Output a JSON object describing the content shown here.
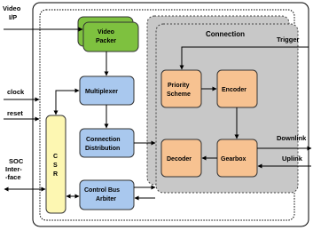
{
  "inputs": {
    "video_ip": [
      "Video",
      "I/P"
    ],
    "clock": "clock",
    "reset": "reset",
    "soc_interface": [
      "SOC",
      "Inter-",
      "-face"
    ],
    "trigger": "Trigger"
  },
  "outputs": {
    "downlink": "Downlink",
    "uplink": "Uplink"
  },
  "blocks": {
    "video_packer": [
      "Video",
      "Packer"
    ],
    "multiplexer": "Multiplexer",
    "connection_distribution": [
      "Connection",
      "Distribution"
    ],
    "control_bus_arbiter": [
      "Control Bus",
      "Arbiter"
    ],
    "csr": [
      "C",
      "S",
      "R"
    ],
    "connection_title": "Connection",
    "priority_scheme": [
      "Priority",
      "Scheme"
    ],
    "encoder": "Encoder",
    "decoder": "Decoder",
    "gearbox": "Gearbox"
  },
  "colors": {
    "green": "#7ec13f",
    "blue": "#a9c8ee",
    "orange": "#f7c291",
    "yellow": "#fdf7b2",
    "connection_gray": "#c8c8c8"
  }
}
